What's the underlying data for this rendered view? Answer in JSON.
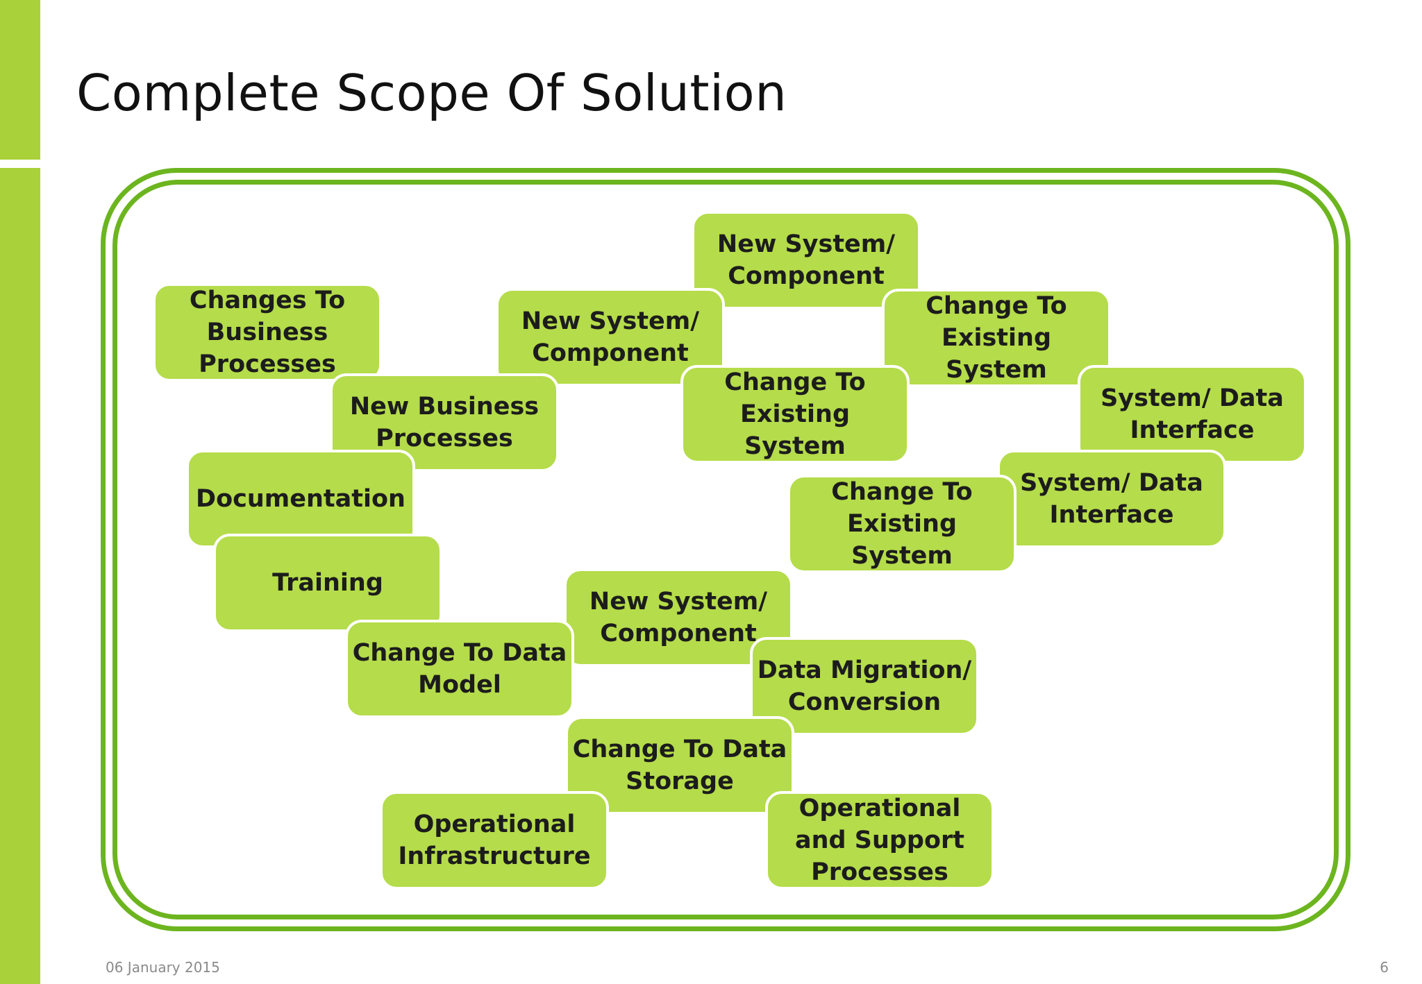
{
  "title": "Complete Scope Of Solution",
  "footer": {
    "date": "06 January 2015",
    "page_number": "6"
  },
  "colors": {
    "accent_bar": "#a9d13a",
    "frame_border": "#6cb51f",
    "box_fill": "#b5dc4a",
    "box_text": "#1c1c1c"
  },
  "boxes": [
    {
      "label": "New System/ Component"
    },
    {
      "label": "Changes To Business Processes"
    },
    {
      "label": "New System/ Component"
    },
    {
      "label": "Change To Existing System"
    },
    {
      "label": "New Business Processes"
    },
    {
      "label": "Change To Existing System"
    },
    {
      "label": "System/ Data Interface"
    },
    {
      "label": "Documentation"
    },
    {
      "label": "System/ Data Interface"
    },
    {
      "label": "Change To Existing System"
    },
    {
      "label": "Training"
    },
    {
      "label": "New System/ Component"
    },
    {
      "label": "Change To Data Model"
    },
    {
      "label": "Data Migration/ Conversion"
    },
    {
      "label": "Change To Data Storage"
    },
    {
      "label": "Operational Infrastructure"
    },
    {
      "label": "Operational and Support Processes"
    }
  ]
}
